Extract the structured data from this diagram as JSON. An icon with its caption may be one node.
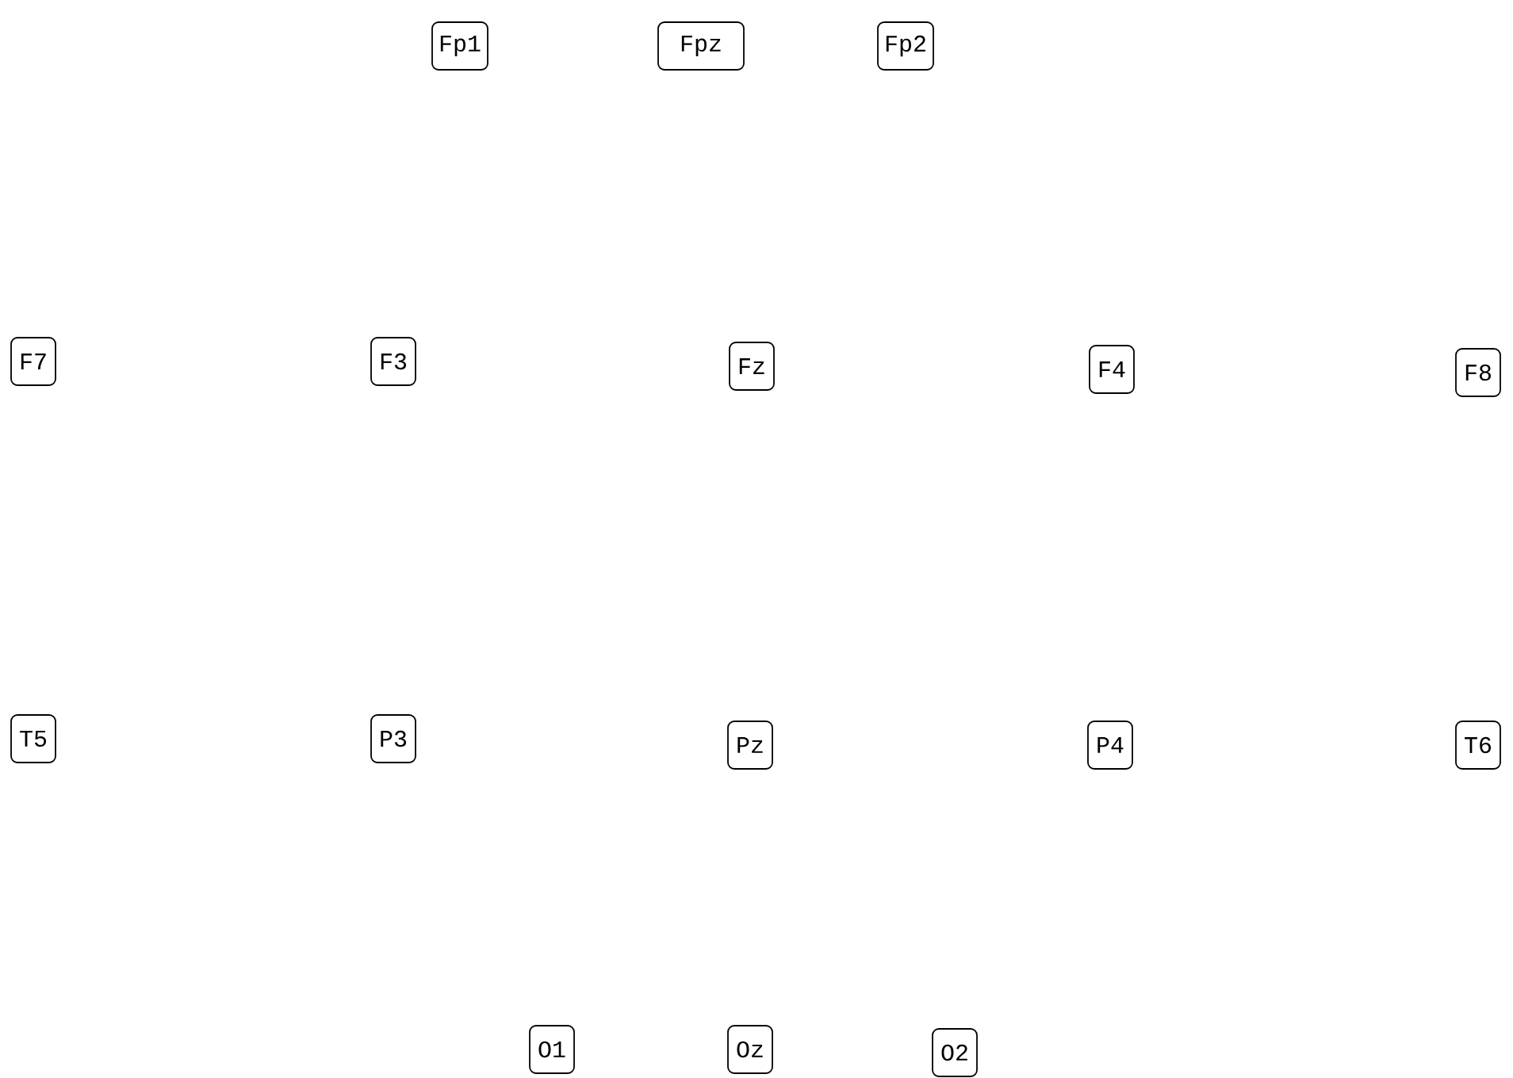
{
  "diagram": {
    "nodes": [
      {
        "text": [
          "Fp1"
        ]
      },
      {
        "text": [
          "Fpz"
        ]
      },
      {
        "text": [
          "Fp2"
        ]
      },
      {
        "text": [
          "F7"
        ]
      },
      {
        "text": [
          "F3"
        ]
      },
      {
        "text": [
          "Fz"
        ]
      },
      {
        "text": [
          "F4"
        ]
      },
      {
        "text": [
          "F8"
        ]
      },
      {
        "text": [
          "T5"
        ]
      },
      {
        "text": [
          "P3"
        ]
      },
      {
        "text": [
          "Pz"
        ]
      },
      {
        "text": [
          "P4"
        ]
      },
      {
        "text": [
          "T6"
        ]
      },
      {
        "text": [
          "O1"
        ]
      },
      {
        "text": [
          "Oz"
        ]
      },
      {
        "text": [
          "O2"
        ]
      }
    ]
  }
}
